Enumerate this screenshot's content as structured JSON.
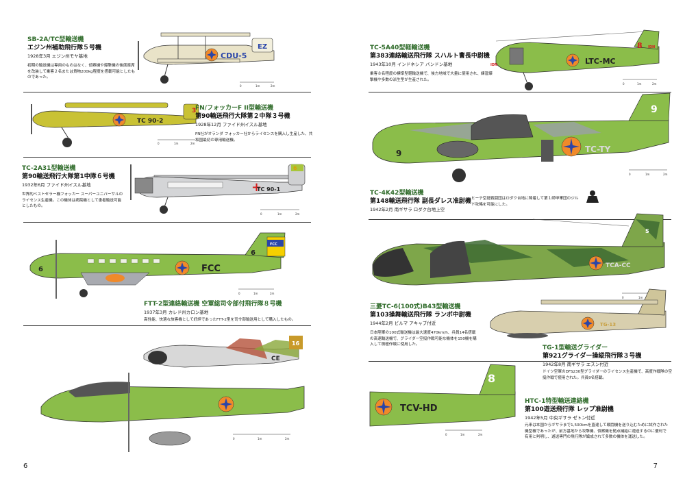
{
  "page_left": "6",
  "page_right": "7",
  "entries": [
    {
      "t1": "SB-2A/TC型輸送機",
      "t2": "エジン州補助飛行隊５号機",
      "date": "1928年3月 エジン州モヤ基地",
      "desc": "初期の輸送機は専用のものはなく、偵察機や爆撃機の後席座席を改装して乗客２名または貨物200kg程度を搭載可能としたものであった。",
      "code": "CDU-5",
      "tail": "EZ"
    },
    {
      "t1": "FN/フォッカーF II型輸送機",
      "t2": "第90輸送飛行大隊第２中隊３号機",
      "date": "1928年12月 ファイド州イスル基地",
      "desc": "FN社がオランダ フォッカー社からライセンスを購入し生産した、共和国最初の専用輸送機。",
      "code": "TC 90-2",
      "tail": "3"
    },
    {
      "t1": "TC-2A31型輸送機",
      "t2": "第90輸送飛行大隊第1中隊６号機",
      "date": "1932年6月 ファイド州イスル基地",
      "desc": "世界的ベストセラー機フォッカー スーパーユニバーサルのライセンス生産機。この機体は病院機として患者輸送可能としたもの。",
      "code": "TC 90-1",
      "tail": "6"
    },
    {
      "t1": "FTT-2型連絡輸送機 空軍総司令部付飛行隊８号機",
      "date": "1937年3月 カレド州カロン基地",
      "desc": "高性能、快適な旅客機として好評であったFTT-2型を司令部輸送用として購入したもの。",
      "code": "FCC",
      "tail": "FCC"
    },
    {
      "t1": "TC-5A40型軽輸送機",
      "t2": "第383連絡輸送飛行隊 スハルト曹長中尉機",
      "date": "1943年10月 インドネシア バンドン基地",
      "desc": "乗客８名程度の標準型軽輸送機で、後方地域で大量に使用され、練習爆撃機や多数の派生型が生産された。",
      "code": "LTC-MC",
      "tail": "8",
      "tailb": "IDN"
    },
    {
      "t1": "TC-4K42型輸送機",
      "t2": "第148輸送飛行隊 副長ダレス准尉機",
      "date": "1942年2月 南ギサラ ロダク台地上空",
      "desc": "ヒーテ空挺戦闘団はロダク台地に降着して第１師甲軍団のジルド攻略を可能にした。",
      "code": "TC-TY",
      "tail": "9"
    },
    {
      "t1": "三菱TC-6(100式)B43型輸送機",
      "t2": "第103操舞輸送飛行隊 ランボ中尉機",
      "date": "1944年2月 ビルマ アキャブ付近",
      "desc": "日本陸軍の100式輸送機は最大速度470km/h、兵員14名搭載の高速輸送機で、グライダー空挺作戦可能な機体を150機を購入して積極作戦に使用した。",
      "code": "TCA-CC",
      "tail": "S"
    },
    {
      "t1": "TG-1型輸送グライダー",
      "t2": "第921グライダー操縦飛行隊３号機",
      "date": "1942年8月 南ギサラ エスン付近",
      "desc": "ドイツ空軍のDFS230型グライダーのライセンス生産機で、高度作戦隊の空挺作戦で使用された。兵員9名搭載。",
      "code": "TG-13"
    },
    {
      "t1": "HTC-1特型輸送連絡機",
      "t2": "第100遊送飛行隊 レップ准尉機",
      "date": "1942年5月 中央ギサラ ゼトン付近",
      "desc": "元来は本国からギサラまで1,500kmを直達して戦闘機を送り込むために試作された機型機であったが、前方基地から攻撃機、偵察機を拠点補給に運送するのに便利で有用と判明し、遊送専門の飛行隊が編成されて多数の機体を運送した。",
      "code": "TCV-HD",
      "tail": "8"
    }
  ],
  "extra": {
    "code": "CE",
    "tail": "16"
  }
}
